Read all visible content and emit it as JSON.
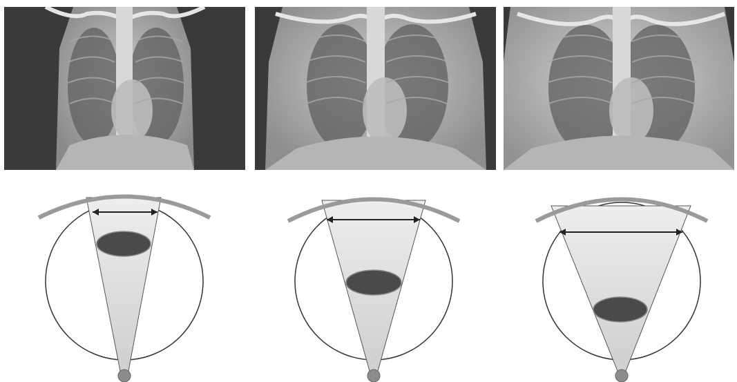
{
  "figure": {
    "panels": [
      {
        "id": "panel-1",
        "radiograph_icon": "chest-radiograph-icon",
        "geometry_icon": "projection-geometry-icon",
        "object_position": "near-detector"
      },
      {
        "id": "panel-2",
        "radiograph_icon": "chest-radiograph-icon",
        "geometry_icon": "projection-geometry-icon",
        "object_position": "middle"
      },
      {
        "id": "panel-3",
        "radiograph_icon": "chest-radiograph-icon",
        "geometry_icon": "projection-geometry-icon",
        "object_position": "near-source"
      }
    ],
    "colors": {
      "background": "#ffffff",
      "radiograph_background": "#3a3a3a",
      "detector_arc": "#9a9a9a",
      "beam_fill": "#dcdcdc",
      "object_fill": "#4a4a4a",
      "source_fill": "#8c8c8c",
      "outline": "#333333"
    }
  }
}
